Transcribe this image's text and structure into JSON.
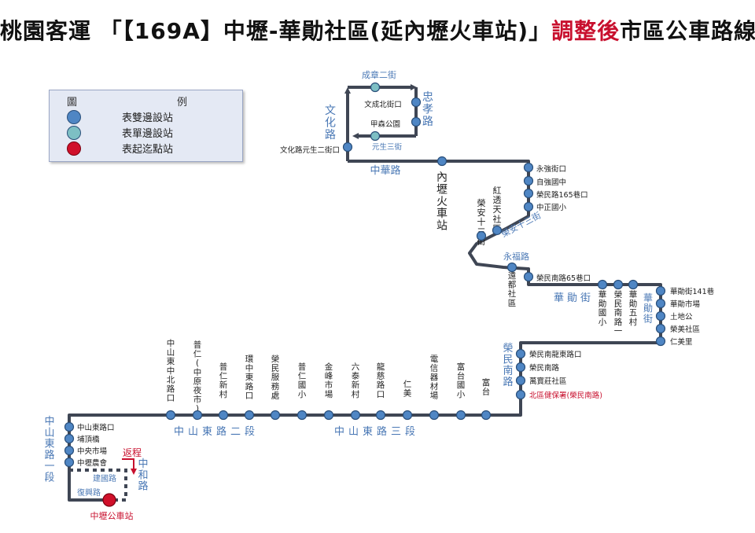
{
  "title": {
    "part1": "桃園客運 「【169A】中壢-華勛社區(延內壢火車站)」",
    "highlight": "調整後",
    "part2": "市區公車路線圖"
  },
  "legend": {
    "heading_left": "圖",
    "heading_right": "例",
    "items": [
      {
        "label": "表雙邊設站",
        "type": "both-side"
      },
      {
        "label": "表單邊設站",
        "type": "single-side"
      },
      {
        "label": "表起迄點站",
        "type": "terminal"
      }
    ]
  },
  "colors": {
    "route": "#3f4654",
    "both_side_stop": "#4f86c4",
    "single_side_stop": "#7dbfc4",
    "terminal": "#d0102a",
    "road_label": "#4a78b5",
    "highlight_stop": "#c8102e",
    "one_way_arrow": "#c8102e"
  },
  "roads": {
    "wenhua": "文化路",
    "chengzhang": "成章二街",
    "zhongxiao": "忠孝路",
    "zhonghua": "中華路",
    "neili_station": "內壢火車站",
    "rongan13_v": "榮安十三街",
    "hongtou": "紅透天社區",
    "rongan13_d": "榮安十三街",
    "yongfu": "永福路",
    "huaxun": "華勛街",
    "huaxun_v": "華勛街",
    "rongmin_v": "榮民南路",
    "zhongshan_e2": "中山東路二段",
    "zhongshan_e3": "中山東路三段",
    "zhongshan_e1": "中山東路一段",
    "zhonghe": "中和路",
    "jianguo": "建國路",
    "fuxing": "復興路",
    "return_label": "返程"
  },
  "stops": {
    "wencheng_n": "文成北街口",
    "jiasen": "甲森公園",
    "yuansheng3": "元生三街",
    "wenhua_ys2": "文化路元生二街口",
    "yongqiang": "永強街口",
    "ziqiang": "自強國中",
    "rongmin165": "榮民路165巷口",
    "zhongzheng": "中正國小",
    "rongmin_s65": "榮民南路65巷口",
    "yuandu": "遠都社區",
    "huaxun_elem": "華勛國小",
    "rongmin_s1": "榮民南路一",
    "huaxun5": "華勛五村",
    "huaxun141": "華勛街141巷",
    "huaxun_market": "華勛市場",
    "tudigong": "土地公",
    "rongmei": "榮美社區",
    "renmei": "仁美里",
    "rongmin_s_long": "榮民南龍東路口",
    "rongmin_s_rd": "榮民南路",
    "wanbao": "萬寶莊社區",
    "north_health": "北區健保署(榮民南路)",
    "fuguai": "富台",
    "fuguai_elem": "富台國小",
    "telecom": "電信器材場",
    "renmei_z": "仁美",
    "longci": "龍慈路口",
    "liutai": "六泰新村",
    "jinfeng": "金峰市場",
    "puren_elem": "普仁國小",
    "rongmin_service": "榮民服務處",
    "huanzhong": "環中東路口",
    "puren_village": "普仁新村",
    "puren_night": "普仁(中原夜市)",
    "zhongshan_zb": "中山東中北路口",
    "zhongshan_e_rd": "中山東路口",
    "puding": "埔頂橋",
    "central_market": "中央市場",
    "zhongli_farmers": "中壢農會",
    "terminal": "中壢公車站"
  }
}
